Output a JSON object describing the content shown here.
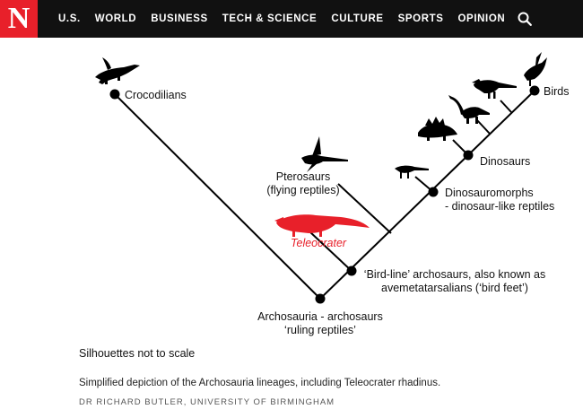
{
  "header": {
    "logo_letter": "N",
    "nav": [
      "U.S.",
      "WORLD",
      "BUSINESS",
      "TECH & SCIENCE",
      "CULTURE",
      "SPORTS",
      "OPINION"
    ]
  },
  "diagram": {
    "crocodilians": "Crocodilians",
    "birds": "Birds",
    "pterosaurs": [
      "Pterosaurs",
      "(flying reptiles)"
    ],
    "teleocrater": "Teleocrater",
    "dinosaurs": "Dinosaurs",
    "dinosauromorphs": [
      "Dinosauromorphs",
      "- dinosaur-like reptiles"
    ],
    "bird_line": [
      "‘Bird-line’ archosaurs, also known as",
      "avemetatarsalians (‘bird feet’)"
    ],
    "archosauria": [
      "Archosauria - archosaurs",
      "‘ruling reptiles’"
    ]
  },
  "note": "Silhouettes not to scale",
  "caption": "Simplified depiction of the Archosauria lineages, including Teleocrater rhadinus.",
  "credit": "DR RICHARD BUTLER, UNIVERSITY OF BIRMINGHAM",
  "colors": {
    "brand_red": "#e8202a",
    "header_bg": "#111111",
    "tree": "#000000"
  }
}
